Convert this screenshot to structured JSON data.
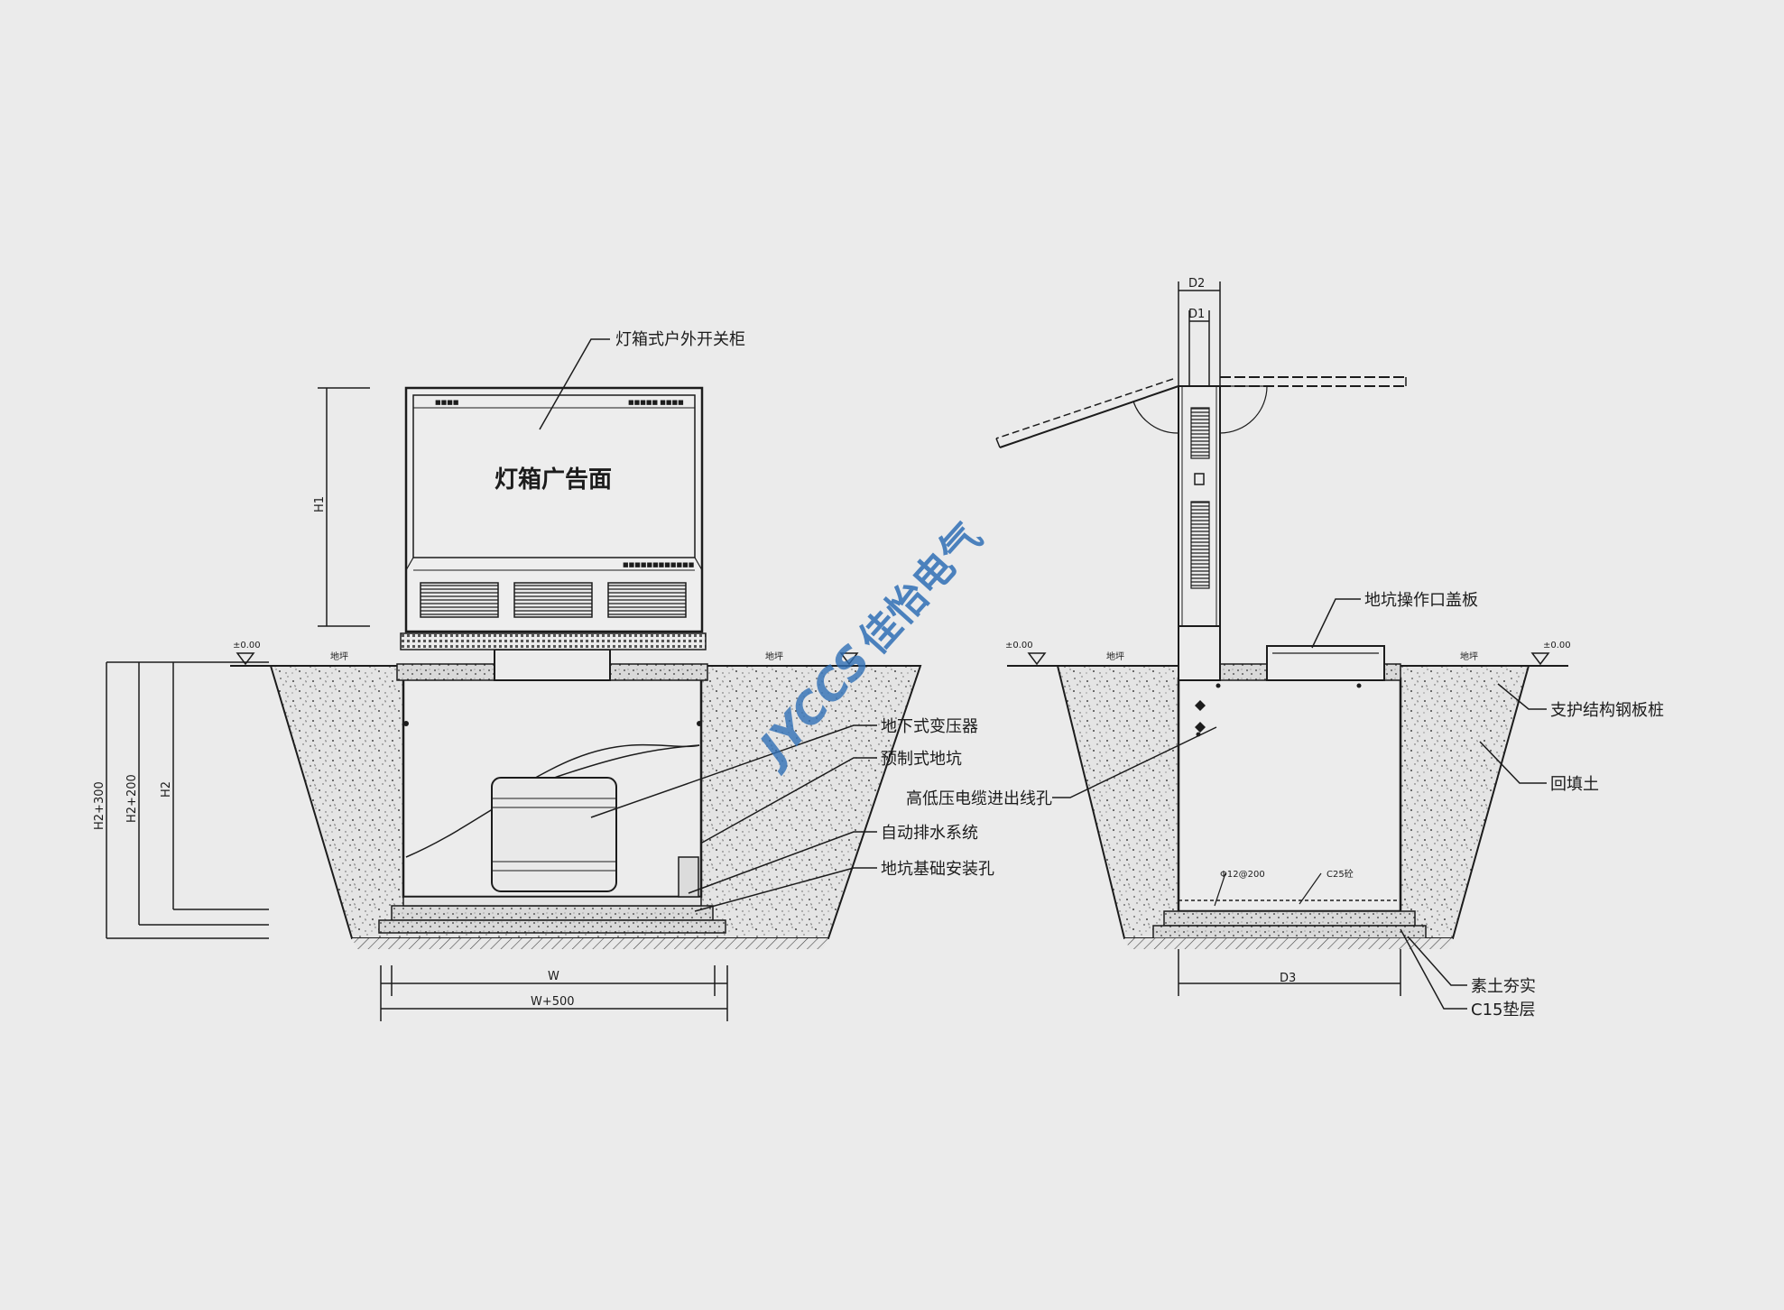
{
  "left_view": {
    "cabinet_label": "灯箱式户外开关柜",
    "ad_face": "灯箱广告面",
    "panel_top_left": "■■■■",
    "panel_top_right": "■■■■■ ■■■■",
    "panel_bottom": "■■■■■■■■■■■■",
    "ground_level": "±0.00",
    "ground_left": "地坪",
    "ground_right": "地坪",
    "dim_h1": "H1",
    "dim_h2": "H2",
    "dim_h2_200": "H2+200",
    "dim_h2_300": "H2+300",
    "dim_w": "W",
    "dim_w500": "W+500",
    "callouts": [
      "地下式变压器",
      "预制式地坑",
      "自动排水系统",
      "地坑基础安装孔"
    ]
  },
  "right_view": {
    "dim_d1": "D1",
    "dim_d2": "D2",
    "dim_d3": "D3",
    "ground_level_left": "±0.00",
    "ground_level_right": "±0.00",
    "ground_left": "地坪",
    "ground_right": "地坪",
    "cover_label": "地坑操作口盖板",
    "cable_label": "高低压电缆进出线孔",
    "rebar_label": "Φ12@200",
    "concrete_label": "C25砼",
    "callouts": [
      "支护结构钢板桩",
      "回填土",
      "素土夯实",
      "C15垫层"
    ]
  },
  "watermark": {
    "logo": "JYCCS",
    "text": "佳怡电气",
    "color": "#2f6fb5"
  }
}
